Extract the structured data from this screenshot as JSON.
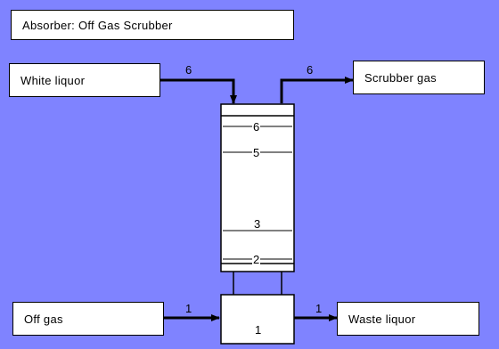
{
  "title": "Absorber: Off Gas Scrubber",
  "streams": {
    "white_liquor": {
      "label": "White liquor",
      "number": "6"
    },
    "scrubber_gas": {
      "label": "Scrubber gas",
      "number": "6"
    },
    "off_gas": {
      "label": "Off gas",
      "number": "1"
    },
    "waste_liquor": {
      "label": "Waste liquor",
      "number": "1"
    }
  },
  "column": {
    "stages": [
      "6",
      "5",
      "3",
      "2"
    ],
    "bottom_stage": "1"
  },
  "colors": {
    "background": "#7f83ff",
    "box_fill": "#ffffff",
    "line": "#000000"
  }
}
